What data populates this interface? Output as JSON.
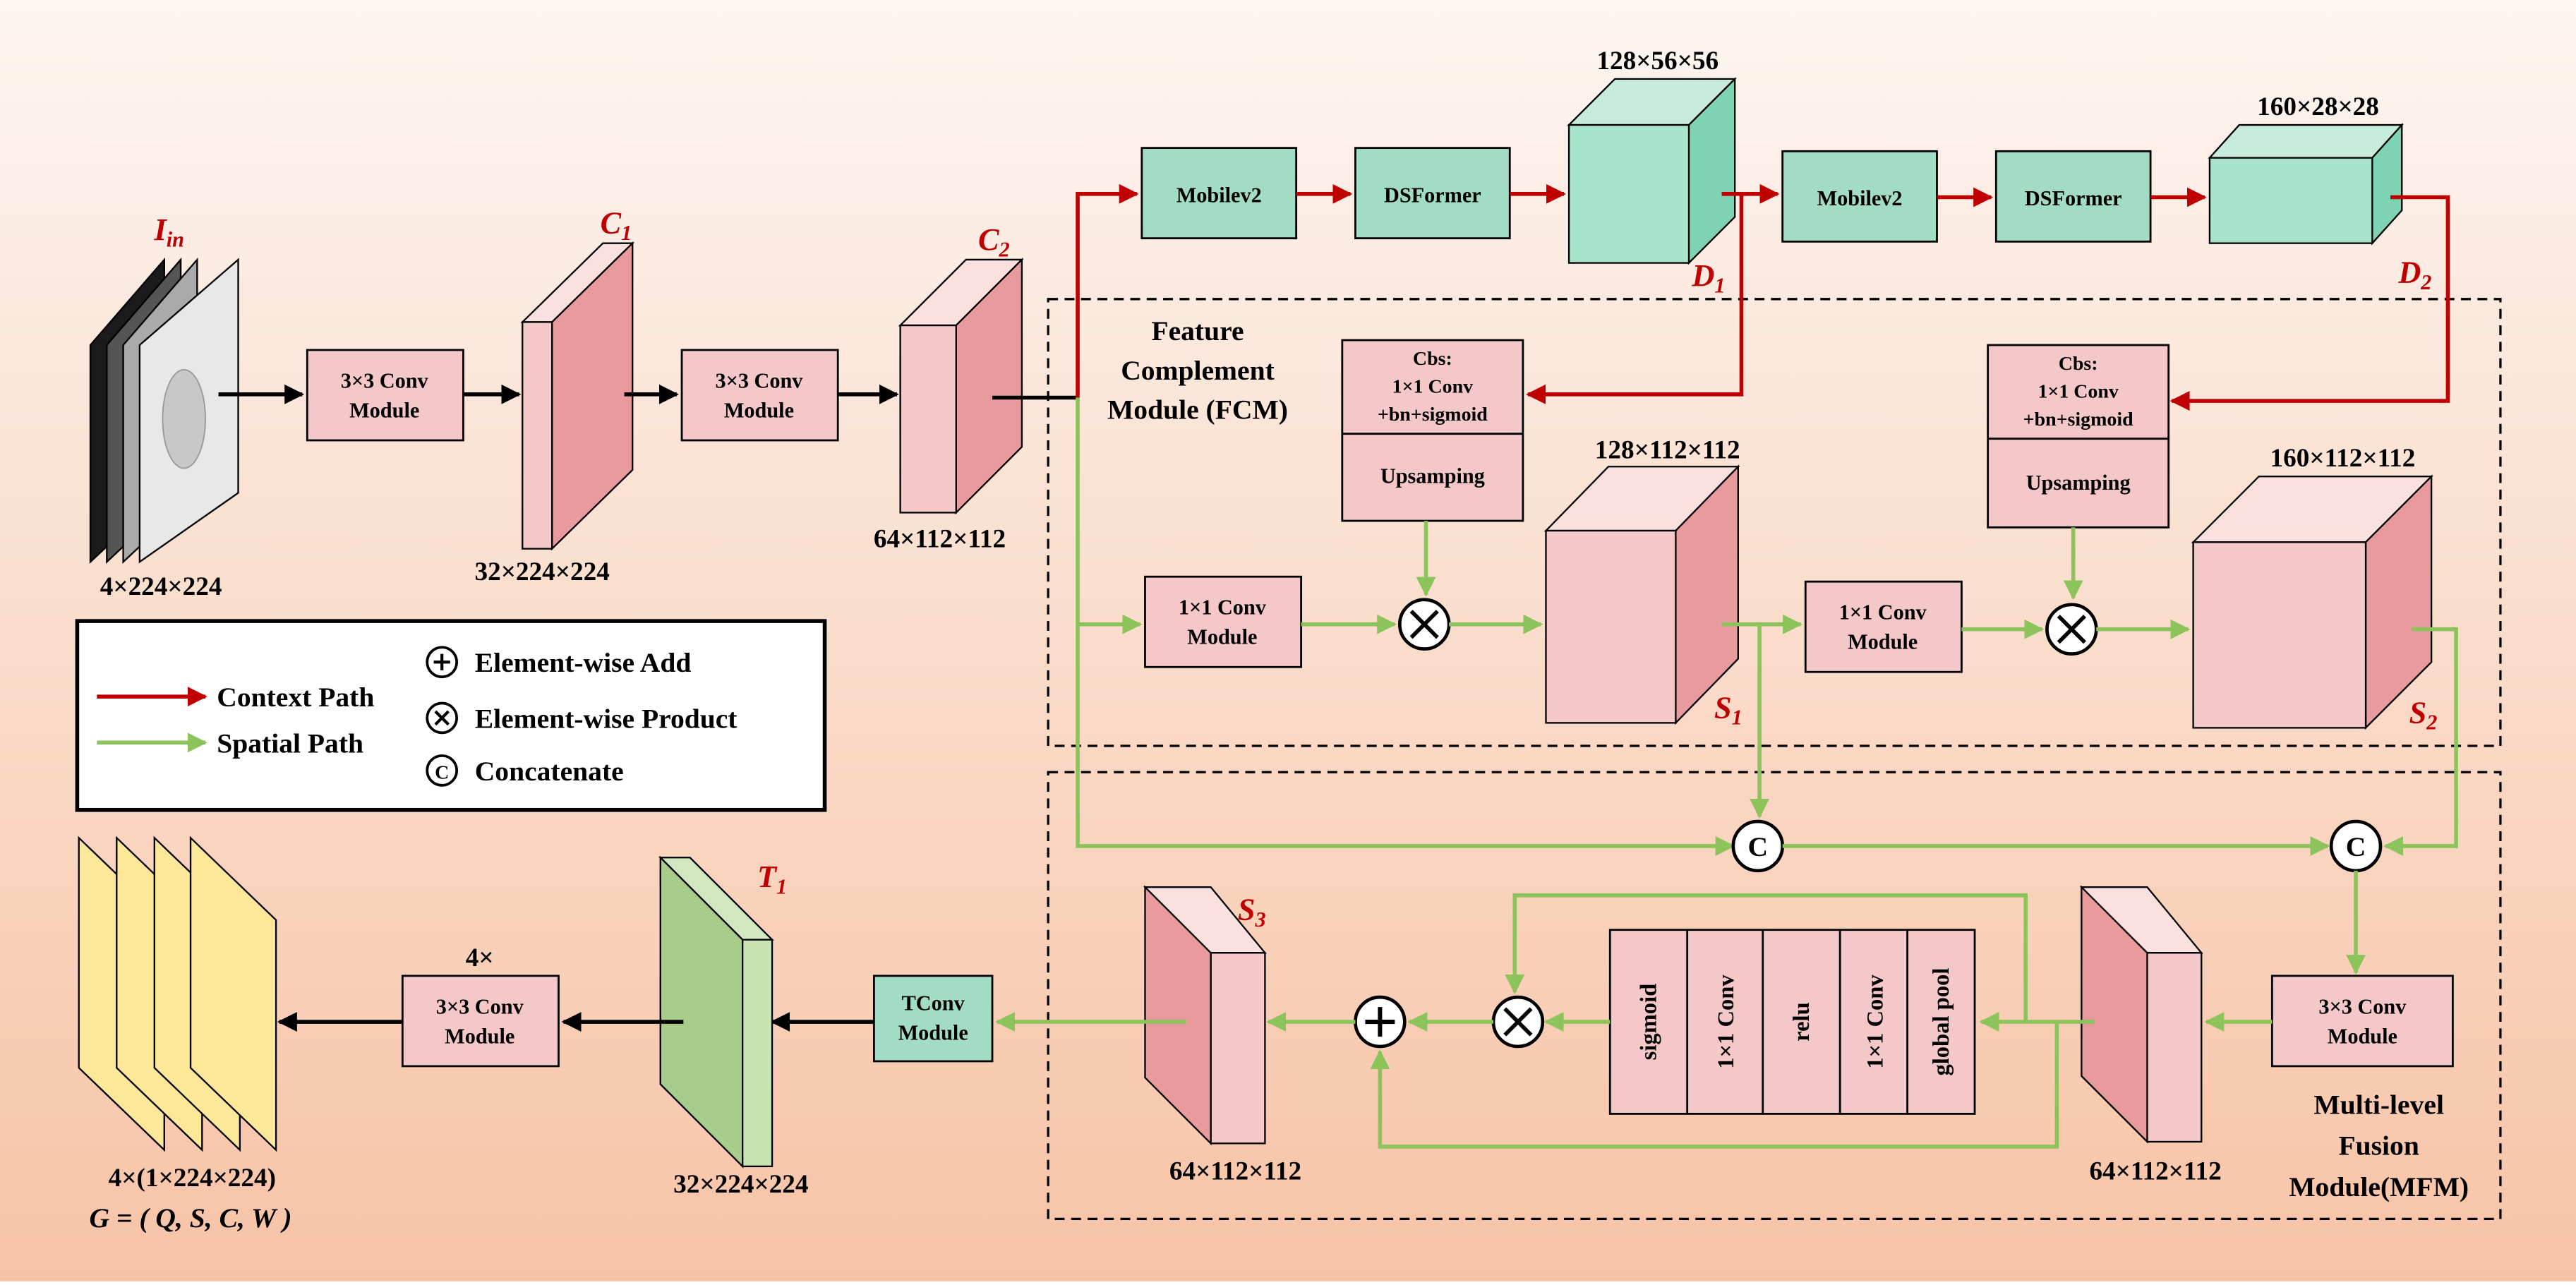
{
  "labels": {
    "iin": "I",
    "iin_sub": "in",
    "c1": "C",
    "c1_sub": "1",
    "c2": "C",
    "c2_sub": "2",
    "d1": "D",
    "d1_sub": "1",
    "d2": "D",
    "d2_sub": "2",
    "s1": "S",
    "s1_sub": "1",
    "s2": "S",
    "s2_sub": "2",
    "s3": "S",
    "s3_sub": "3",
    "t1": "T",
    "t1_sub": "1"
  },
  "dims": {
    "input": "4×224×224",
    "c1": "32×224×224",
    "c2": "64×112×112",
    "d1": "128×56×56",
    "d2": "160×28×28",
    "s1": "128×112×112",
    "s2": "160×112×112",
    "s3": "64×112×112",
    "mfm_in": "64×112×112",
    "t1": "32×224×224",
    "output": "4×(1×224×224)",
    "output_formula": "G = ( Q, S, C, W )"
  },
  "blocks": {
    "conv_top": "3×3 Conv",
    "conv_bottom": "Module",
    "mobilev2": "Mobilev2",
    "dsformer": "DSFormer",
    "cbs_line1": "Cbs:",
    "cbs_line2": "1×1 Conv",
    "cbs_line3": "+bn+sigmoid",
    "upsampling": "Upsamping",
    "conv1x1_top": "1×1 Conv",
    "conv1x1_bottom": "Module",
    "tconv_top": "TConv",
    "tconv_bottom": "Module",
    "out_conv_prefix": "4×",
    "att_sigmoid": "sigmoid",
    "att_conv1": "1×1 Conv",
    "att_relu": "relu",
    "att_conv2": "1×1 Conv",
    "att_pool": "global pool"
  },
  "modules": {
    "fcm_line1": "Feature",
    "fcm_line2": "Complement",
    "fcm_line3": "Module (FCM)",
    "mfm_line1": "Multi-level",
    "mfm_line2": "Fusion",
    "mfm_line3": "Module(MFM)"
  },
  "legend": {
    "context_path": "Context Path",
    "spatial_path": "Spatial Path",
    "add": "Element-wise Add",
    "product": "Element-wise Product",
    "concat": "Concatenate",
    "concat_symbol": "C"
  },
  "colors": {
    "context_arrow": "#c00000",
    "spatial_arrow": "#8cc35a",
    "pink_box": "#f4c7c8",
    "green_box": "#a3dcc4",
    "label_red": "#c00000"
  }
}
